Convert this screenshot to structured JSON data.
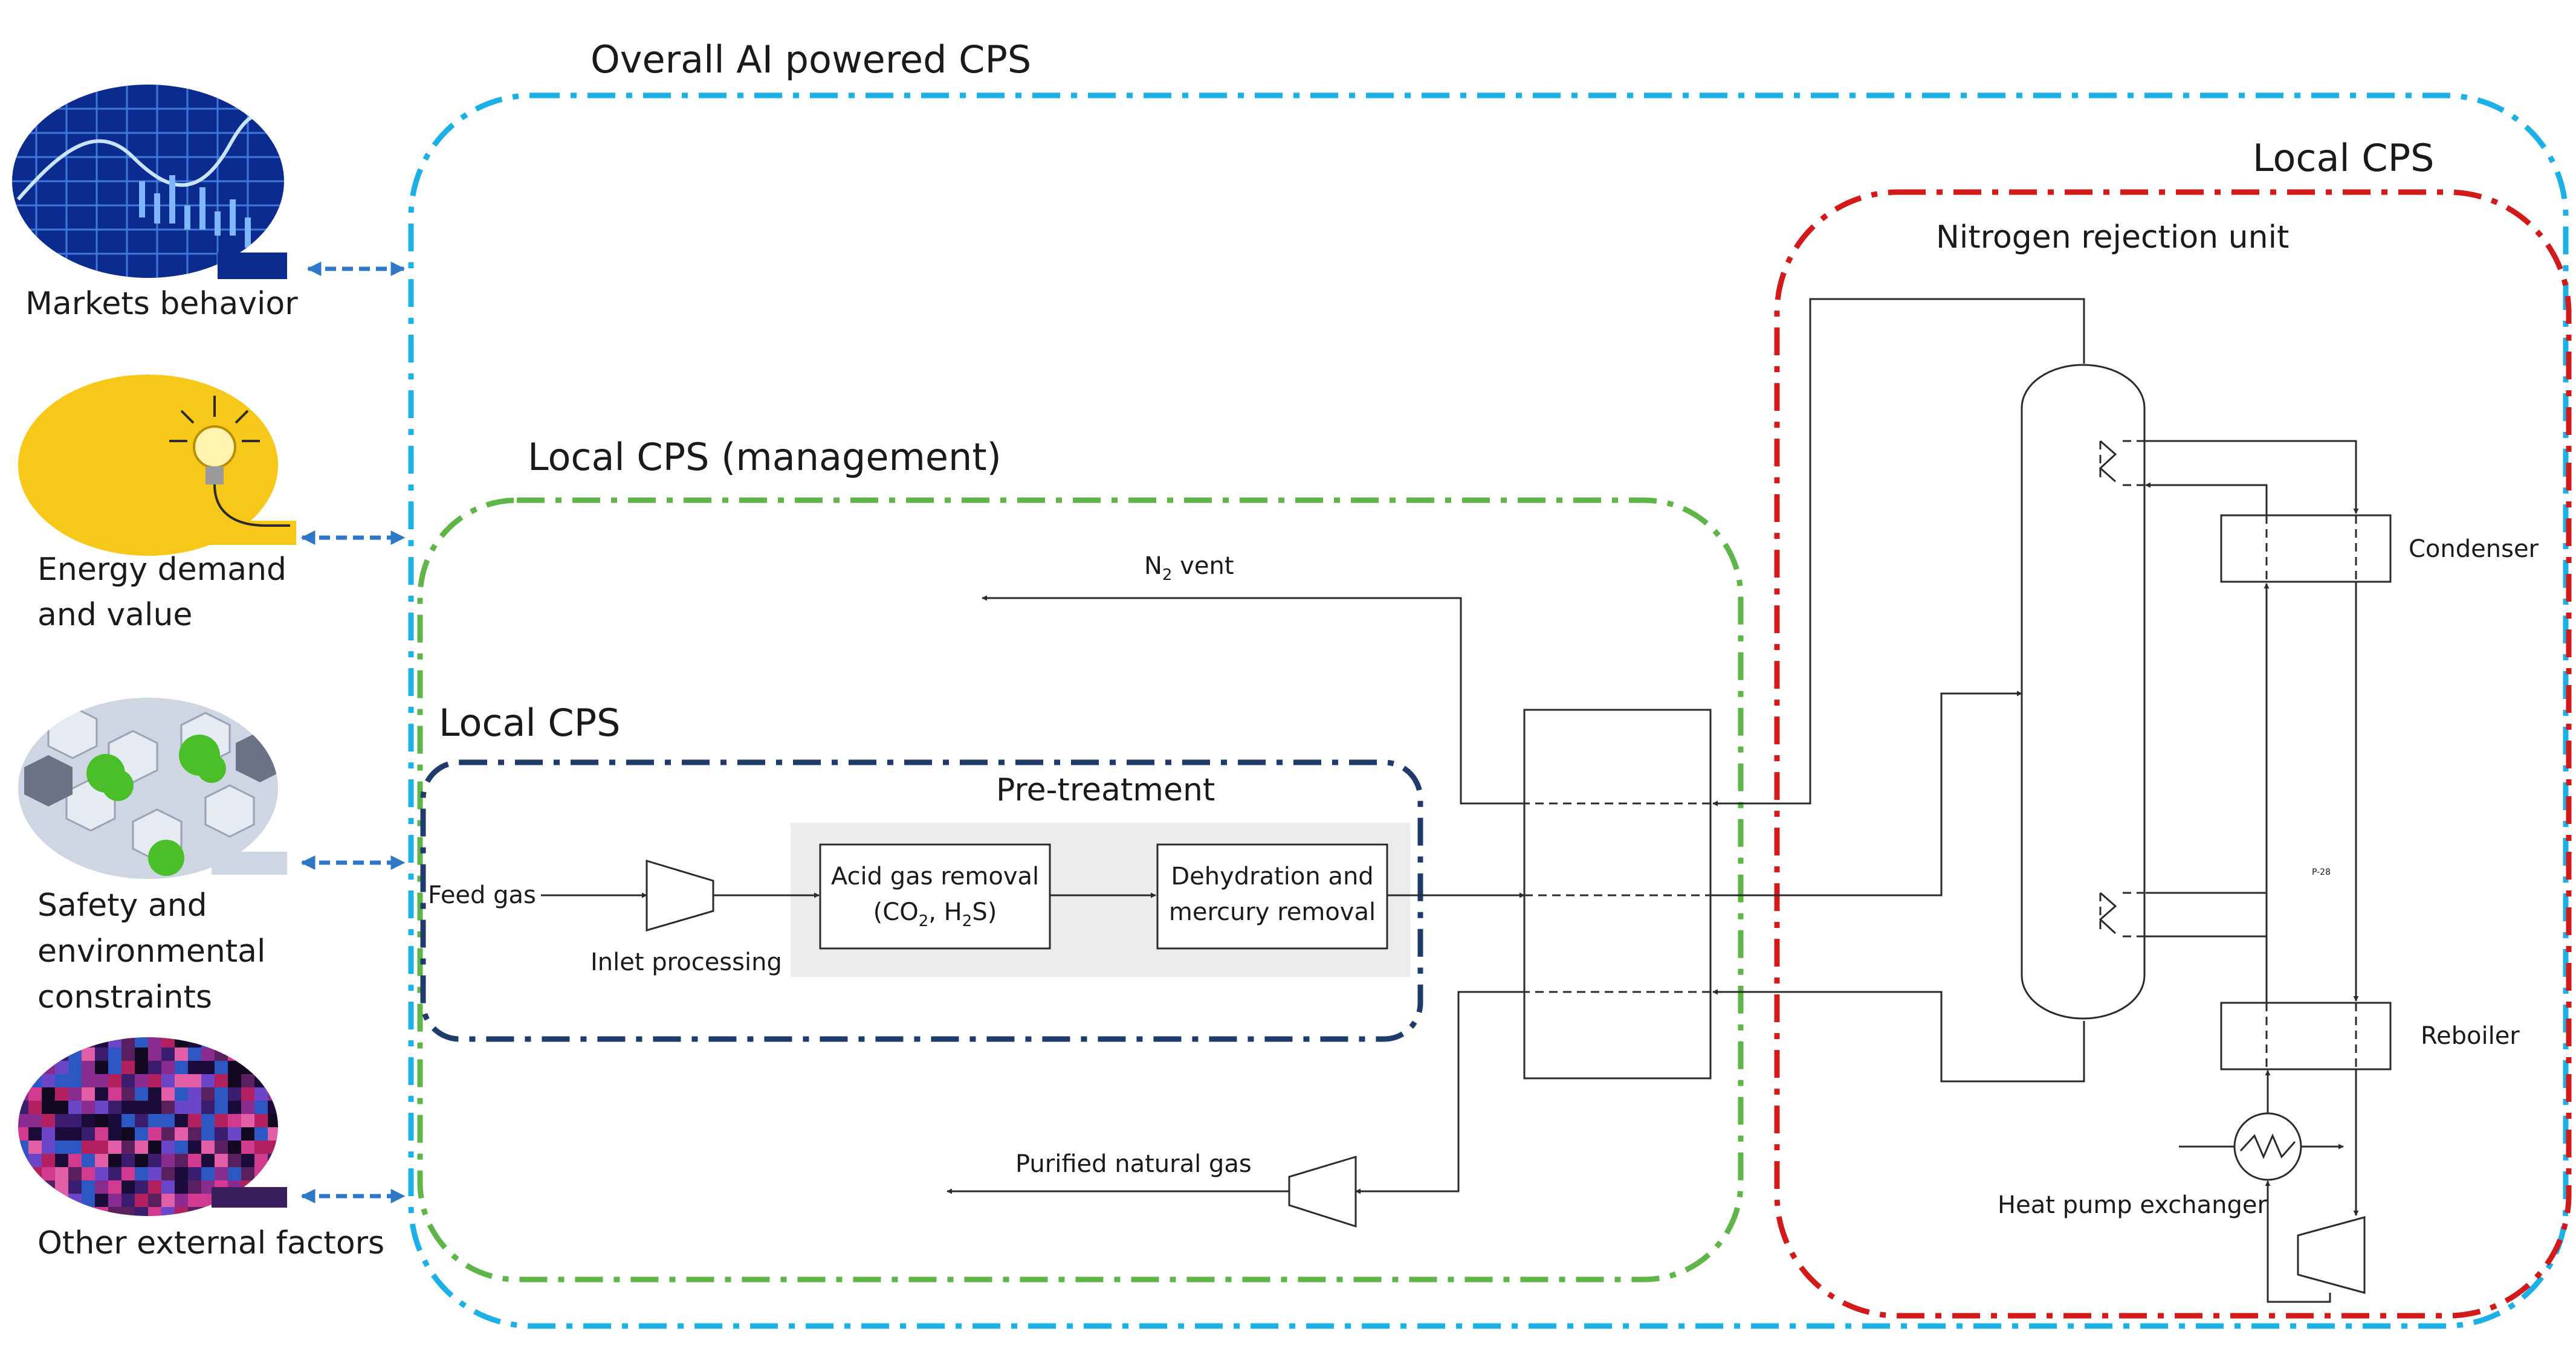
{
  "colors": {
    "overall_boundary": "#1cb0e6",
    "local_nru_boundary": "#d21a1a",
    "management_boundary": "#5fb547",
    "pretreatment_boundary": "#1f3b6b",
    "external_arrows": "#2e77c8",
    "pretreatment_panel": "#ececec"
  },
  "groups": {
    "overall": "Overall AI powered CPS",
    "local_nru": "Local CPS",
    "management": "Local CPS (management)",
    "local_pretreatment": "Local CPS"
  },
  "external_factors": [
    {
      "line1": "Markets behavior",
      "line2": "",
      "line3": "",
      "image": "market-chart-image"
    },
    {
      "line1": "Energy demand",
      "line2": "and value",
      "line3": "",
      "image": "lightbulb-image"
    },
    {
      "line1": "Safety and",
      "line2": "environmental",
      "line3": "constraints",
      "image": "green-hexagon-image"
    },
    {
      "line1": "Other external factors",
      "line2": "",
      "line3": "",
      "image": "pixel-mosaic-image"
    }
  ],
  "nru": {
    "title": "Nitrogen rejection unit",
    "condenser": "Condenser",
    "reboiler": "Reboiler",
    "heat_pump": "Heat pump exchanger",
    "tag": "P-28"
  },
  "pretreatment": {
    "title": "Pre-treatment",
    "feed": "Feed gas",
    "inlet": "Inlet processing",
    "acid_line1": "Acid gas removal",
    "acid_line2": {
      "pre": "(CO",
      "sub1": "2",
      "mid": ", H",
      "sub2": "2",
      "post": "S)"
    },
    "dehy_line1": "Dehydration and",
    "dehy_line2": "mercury removal"
  },
  "streams": {
    "n2_vent": {
      "pre": "N",
      "sub": "2",
      "post": " vent"
    },
    "product": "Purified natural gas"
  }
}
